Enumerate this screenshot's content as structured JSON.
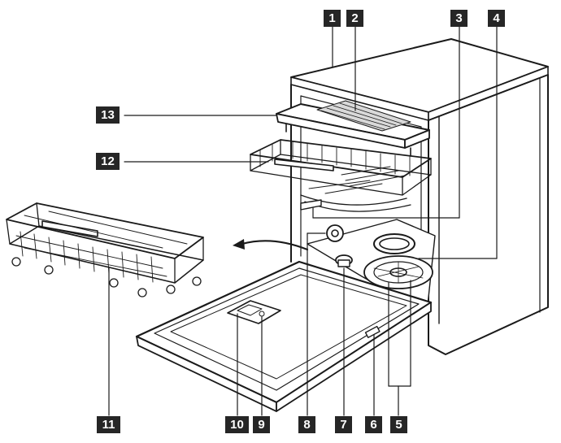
{
  "callouts": [
    {
      "id": 1,
      "label": "1"
    },
    {
      "id": 2,
      "label": "2"
    },
    {
      "id": 3,
      "label": "3"
    },
    {
      "id": 4,
      "label": "4"
    },
    {
      "id": 5,
      "label": "5"
    },
    {
      "id": 6,
      "label": "6"
    },
    {
      "id": 7,
      "label": "7"
    },
    {
      "id": 8,
      "label": "8"
    },
    {
      "id": 9,
      "label": "9"
    },
    {
      "id": 10,
      "label": "10"
    },
    {
      "id": 11,
      "label": "11"
    },
    {
      "id": 12,
      "label": "12"
    },
    {
      "id": 13,
      "label": "13"
    }
  ],
  "colors": {
    "ink": "#262626",
    "line": "#1a1a1a",
    "fill": "#ffffff",
    "shade": "#bdbdbd"
  }
}
